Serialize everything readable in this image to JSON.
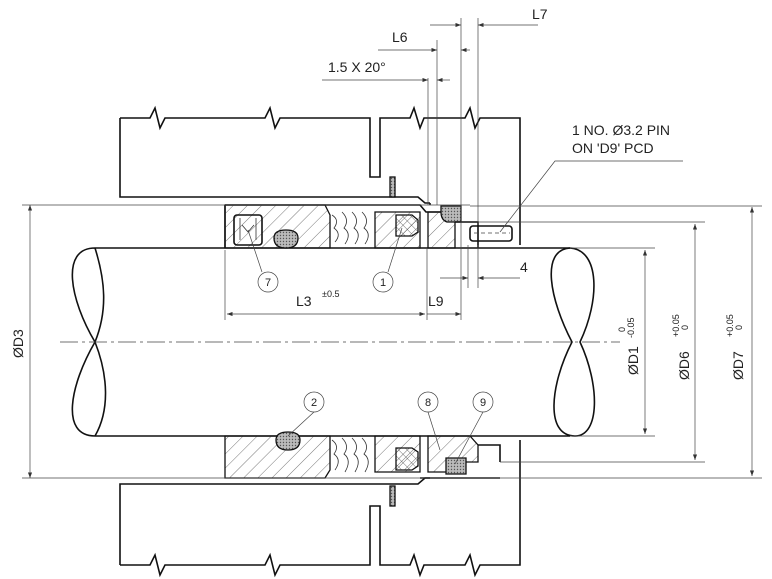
{
  "labels": {
    "l7": "L7",
    "l6": "L6",
    "chamfer": "1.5 X 20°",
    "pin_note_1": "1 NO. Ø3.2 PIN",
    "pin_note_2": "ON 'D9' PCD",
    "dim_4": "4",
    "l3": "L3",
    "l3_tol": "±0.5",
    "l9": "L9",
    "d3": "ØD3",
    "d1": "ØD1",
    "d1_tol_upper": "0",
    "d1_tol_lower": "-0.05",
    "d6": "ØD6",
    "d6_tol_upper": "+0.05",
    "d6_tol_lower": "0",
    "d7": "ØD7",
    "d7_tol_upper": "+0.05",
    "d7_tol_lower": "0"
  },
  "balloons": [
    "7",
    "1",
    "2",
    "8",
    "9"
  ]
}
